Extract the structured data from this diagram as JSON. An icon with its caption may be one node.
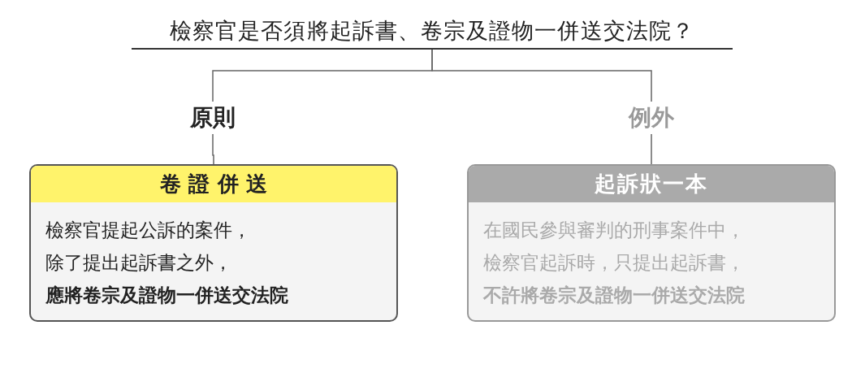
{
  "diagram": {
    "nodes": [
      {
        "text": [
          "檢察官是否須將起訴書、卷宗及證物一併送交法院？"
        ]
      },
      {
        "text": [
          "原則"
        ]
      },
      {
        "text": [
          "例外"
        ]
      },
      {
        "text": [
          "卷證併送",
          "檢察官提起公訴的案件，除了提出起訴書之外，**應將卷宗及證物一併送交法院**"
        ]
      },
      {
        "text": [
          "起訴狀一本",
          "在國民參與審判的刑事案件中，檢察官起訴時，只提出起訴書，**不許將卷宗及證物一併送交法院**"
        ]
      }
    ],
    "edges": [
      {
        "from": 0,
        "to": 1,
        "arrow": "none"
      },
      {
        "from": 0,
        "to": 2,
        "arrow": "none"
      },
      {
        "from": 1,
        "to": 3,
        "arrow": "none"
      },
      {
        "from": 2,
        "to": 4,
        "arrow": "none"
      }
    ]
  }
}
